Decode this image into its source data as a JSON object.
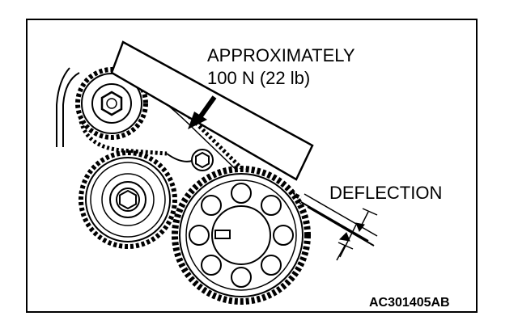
{
  "labels": {
    "load_line1": "APPROXIMATELY",
    "load_line2": "100 N (22 lb)",
    "deflection": "DEFLECTION",
    "figure_code": "AC301405AB"
  },
  "colors": {
    "ink": "#000000",
    "paper": "#ffffff"
  }
}
